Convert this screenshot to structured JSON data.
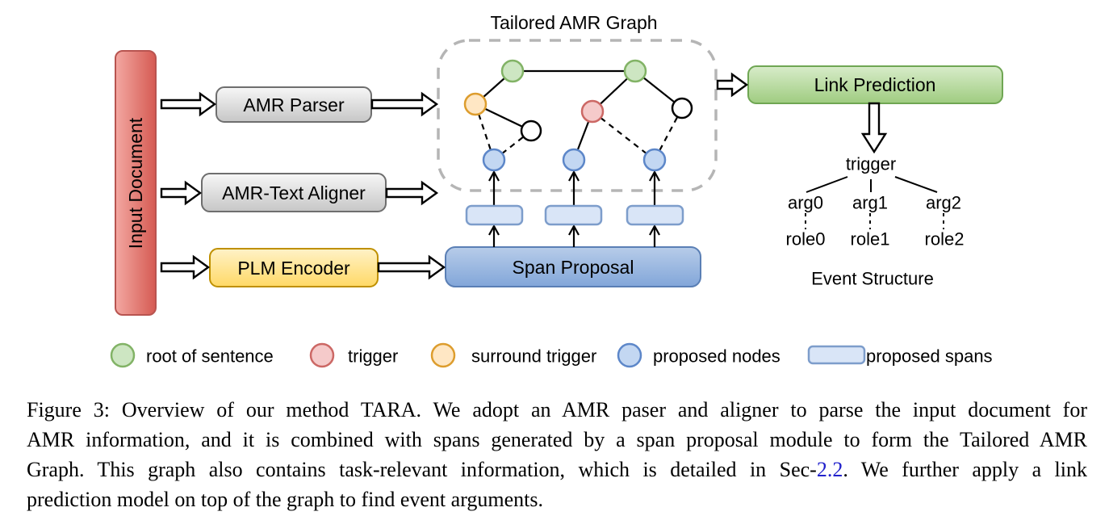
{
  "diagram": {
    "title": "Tailored AMR Graph",
    "input_document": "Input Document",
    "modules": {
      "amr_parser": "AMR Parser",
      "amr_text_aligner": "AMR-Text Aligner",
      "plm_encoder": "PLM Encoder",
      "span_proposal": "Span Proposal",
      "link_prediction": "Link Prediction"
    },
    "event_structure": {
      "trigger": "trigger",
      "args": [
        "arg0",
        "arg1",
        "arg2"
      ],
      "roles": [
        "role0",
        "role1",
        "role2"
      ],
      "label": "Event Structure"
    },
    "legend": [
      {
        "swatch": "green-circle",
        "label": "root of sentence",
        "fill": "#cde6c2",
        "stroke": "#82b366"
      },
      {
        "swatch": "red-circle",
        "label": "trigger",
        "fill": "#f5caca",
        "stroke": "#cc6865"
      },
      {
        "swatch": "orange-circle",
        "label": "surround trigger",
        "fill": "#ffe7c4",
        "stroke": "#dd9d2e"
      },
      {
        "swatch": "blue-circle",
        "label": "proposed nodes",
        "fill": "#c3d7f2",
        "stroke": "#5d87c9"
      },
      {
        "swatch": "blue-rounded-rect",
        "label": "proposed spans",
        "fill": "#d9e5f7",
        "stroke": "#7d9dcb"
      }
    ],
    "colors": {
      "input_document_fill_light": "#f3a8a2",
      "input_document_fill_dark": "#d55a52",
      "input_document_border": "#b85450",
      "gray_module_fill_light": "#f7f7f7",
      "gray_module_fill_dark": "#c6c6c6",
      "gray_module_border": "#6e6e6e",
      "plm_fill_light": "#fff2c7",
      "plm_fill_dark": "#ffd966",
      "plm_border": "#bf9000",
      "span_proposal_fill_light": "#b7cce9",
      "span_proposal_fill_dark": "#82a6d9",
      "span_proposal_border": "#5a7fb5",
      "link_prediction_fill_light": "#d8ecca",
      "link_prediction_fill_dark": "#9fcc80",
      "link_prediction_border": "#6fa653",
      "dashed_container_border": "#b5b5b5",
      "caption_link_color": "#2222cc"
    }
  },
  "caption": {
    "line1": "Figure 3: Overview of our method TARA. We adopt an AMR paser and aligner to parse the input document for",
    "line2": "AMR information, and it is combined with spans generated by a span proposal module to form the Tailored AMR",
    "line3_before_link": "Graph. This graph also contains task-relevant information, which is detailed in Sec-",
    "line3_link": "2.2",
    "line3_after_link": ". We further apply a link",
    "line4": "prediction model on top of the graph to find event arguments."
  }
}
